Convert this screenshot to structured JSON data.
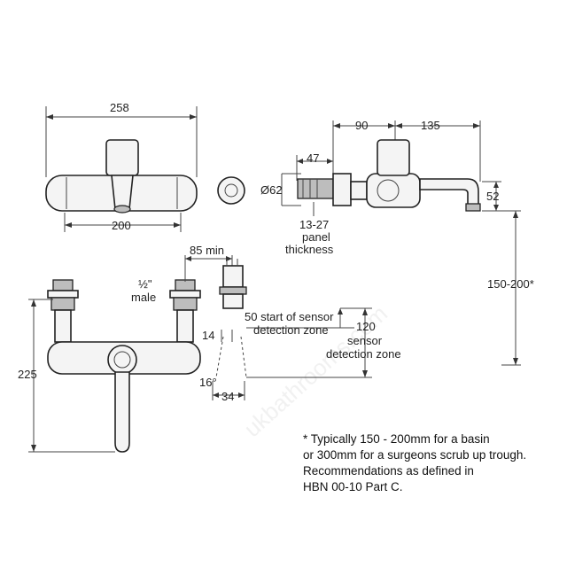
{
  "dimensions": {
    "width_258": "258",
    "width_200": "200",
    "d_90": "90",
    "d_135": "135",
    "d_47": "47",
    "diameter_62": "Ø62",
    "d_52": "52",
    "panel_1": "13-27",
    "panel_2": "panel",
    "panel_3": "thickness",
    "min_85": "85 min",
    "half_inch": "½\"",
    "male": "male",
    "height_225": "225",
    "d_14": "14",
    "d_50": "50 start of sensor",
    "d_50b": "detection zone",
    "d_120": "120",
    "d_120b": "sensor",
    "d_120c": "detection zone",
    "angle_16": "16°",
    "d_34": "34",
    "range_150_200": "150-200*"
  },
  "note": {
    "line1": "* Typically 150 - 200mm for a basin",
    "line2": "or 300mm for a surgeons scrub up trough.",
    "line3": "Recommendations as defined in",
    "line4": "HBN 00-10 Part C."
  },
  "watermark": "ukbathrooms.com"
}
